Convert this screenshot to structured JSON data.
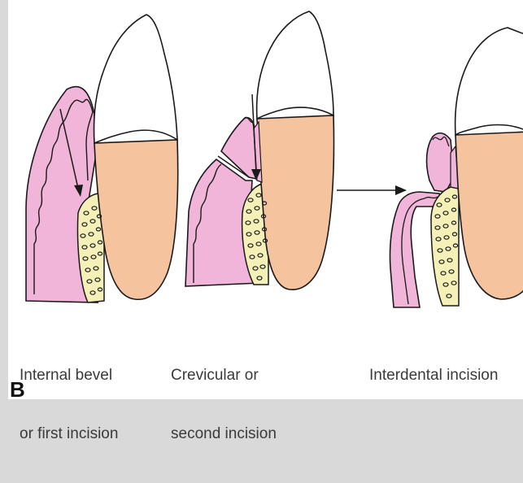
{
  "colors": {
    "gingiva": "#f0b5d8",
    "gingiva_dark": "#e79ccb",
    "root": "#f6c39f",
    "bone": "#f4f0b8",
    "enamel": "#ffffff",
    "outline": "#1a1a1a"
  },
  "captions": {
    "first": {
      "line1": "Internal bevel",
      "line2": "or first incision"
    },
    "second": {
      "line1": "Crevicular or",
      "line2": "second incision"
    },
    "third": {
      "line1": "Interdental incision"
    }
  },
  "panel_letter": "B"
}
